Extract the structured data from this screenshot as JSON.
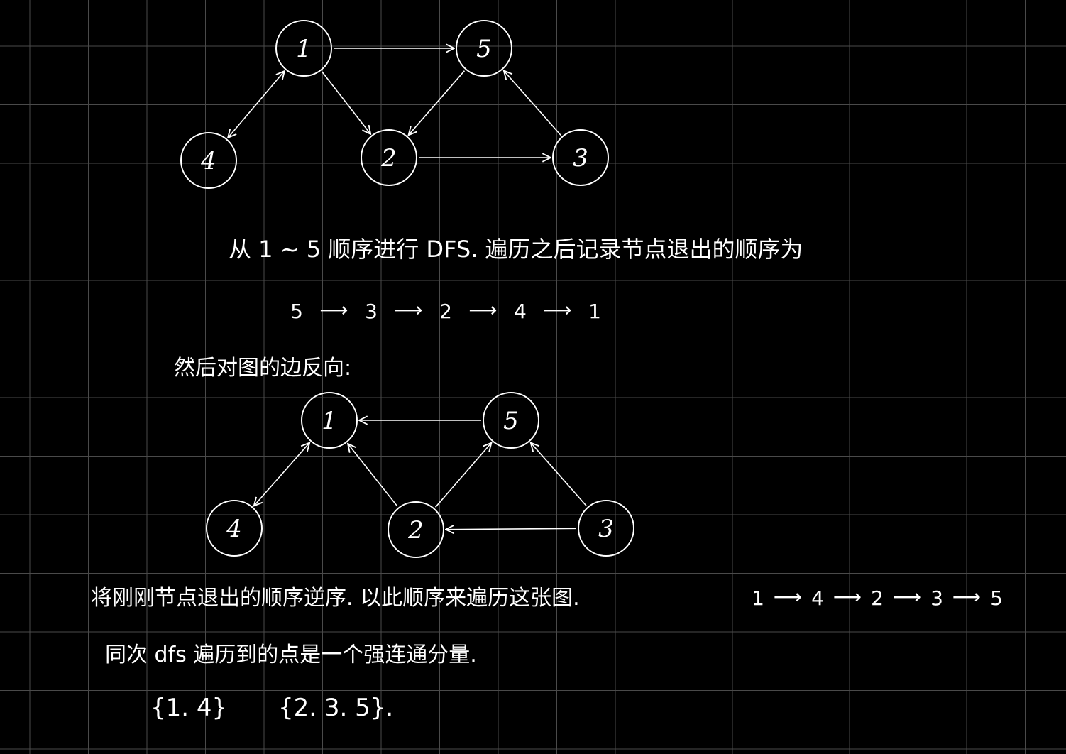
{
  "colors": {
    "background": "#000000",
    "grid": "#4a4a4a",
    "ink": "#ffffff"
  },
  "graph_original": {
    "nodes": [
      {
        "id": "1",
        "label": "1"
      },
      {
        "id": "5",
        "label": "5"
      },
      {
        "id": "4",
        "label": "4"
      },
      {
        "id": "2",
        "label": "2"
      },
      {
        "id": "3",
        "label": "3"
      }
    ],
    "edges": [
      {
        "from": "1",
        "to": "5",
        "bidirectional": false
      },
      {
        "from": "1",
        "to": "4",
        "bidirectional": true
      },
      {
        "from": "1",
        "to": "2",
        "bidirectional": false
      },
      {
        "from": "5",
        "to": "2",
        "bidirectional": false
      },
      {
        "from": "2",
        "to": "3",
        "bidirectional": false
      },
      {
        "from": "3",
        "to": "5",
        "bidirectional": false
      }
    ]
  },
  "graph_reversed": {
    "nodes": [
      {
        "id": "1",
        "label": "1"
      },
      {
        "id": "5",
        "label": "5"
      },
      {
        "id": "4",
        "label": "4"
      },
      {
        "id": "2",
        "label": "2"
      },
      {
        "id": "3",
        "label": "3"
      }
    ],
    "edges": [
      {
        "from": "5",
        "to": "1",
        "bidirectional": false
      },
      {
        "from": "1",
        "to": "4",
        "bidirectional": true
      },
      {
        "from": "2",
        "to": "1",
        "bidirectional": false
      },
      {
        "from": "2",
        "to": "5",
        "bidirectional": false
      },
      {
        "from": "3",
        "to": "2",
        "bidirectional": false
      },
      {
        "from": "3",
        "to": "5",
        "bidirectional": false
      }
    ]
  },
  "notes": {
    "line1": "从 1 ~ 5 顺序进行 DFS. 遍历之后记录节点退出的顺序为",
    "exit_order": [
      "5",
      "3",
      "2",
      "4",
      "1"
    ],
    "line3": "然后对图的边反向:",
    "line4": "将刚刚节点退出的顺序逆序. 以此顺序来遍历这张图.",
    "reverse_order": [
      "1",
      "4",
      "2",
      "3",
      "5"
    ],
    "line5": "同次 dfs 遍历到的点是一个强连通分量.",
    "scc1": "{1. 4}",
    "scc2": "{2. 3. 5}."
  },
  "arrow": "⟶"
}
